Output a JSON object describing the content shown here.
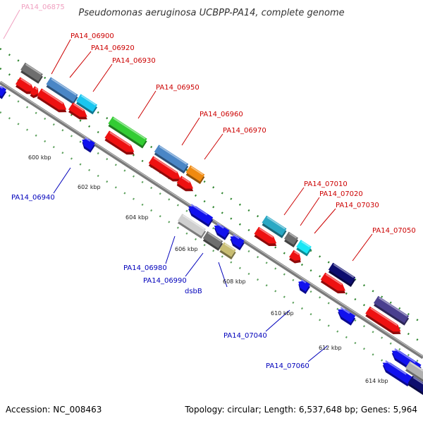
{
  "title": "Pseudomonas aeruginosa UCBPP-PA14, complete genome",
  "footer": {
    "accession": "Accession: NC_008463",
    "summary": "Topology: circular; Length: 6,537,648 bp; Genes: 5,964"
  },
  "colors": {
    "backbone": "#888888",
    "grid": "#1a7a1a",
    "label_forward": "#cc0000",
    "label_reverse": "#0000bb",
    "label_faded": "#f0a0c0",
    "forward_cds": "#ee1111",
    "reverse_cds": "#1111ee"
  },
  "ticks": [
    "600 kbp",
    "602 kbp",
    "604 kbp",
    "606 kbp",
    "608 kbp",
    "610 kbp",
    "612 kbp",
    "614 kbp"
  ],
  "genes_forward": [
    "PA14_06900",
    "PA14_06920",
    "PA14_06930",
    "PA14_06950",
    "PA14_06960",
    "PA14_06970",
    "PA14_07010",
    "PA14_07020",
    "PA14_07030",
    "PA14_07050"
  ],
  "genes_reverse": [
    "PA14_06940",
    "PA14_06980",
    "PA14_06990",
    "dsbB",
    "PA14_07040",
    "PA14_07060"
  ],
  "gene_faded": "PA14_06875"
}
